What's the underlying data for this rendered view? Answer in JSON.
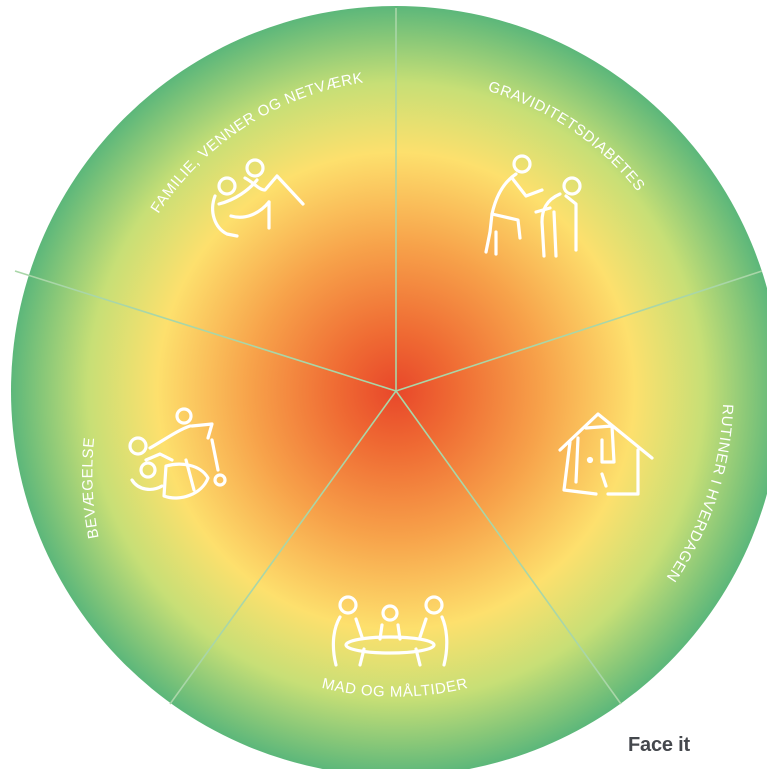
{
  "segments": [
    {
      "label": "GRAVIDITETSDIABETES",
      "icon": "doctor-patient-icon"
    },
    {
      "label": "RUTINER I HVERDAGEN",
      "icon": "house-icon"
    },
    {
      "label": "MAD OG MÅLTIDER",
      "icon": "family-meal-icon"
    },
    {
      "label": "BEVÆGELSE",
      "icon": "stroller-walk-icon"
    },
    {
      "label": "FAMILIE, VENNER OG NETVÆRK",
      "icon": "hug-icon"
    }
  ],
  "logo": {
    "text": "Face it"
  },
  "colors": {
    "center": "#e8472a",
    "orange": "#f7a24a",
    "yellow": "#fde06d",
    "green": "#5cb77a",
    "divider": "#a9d6a8",
    "label": "#ffffff",
    "logo": "#45484d"
  }
}
